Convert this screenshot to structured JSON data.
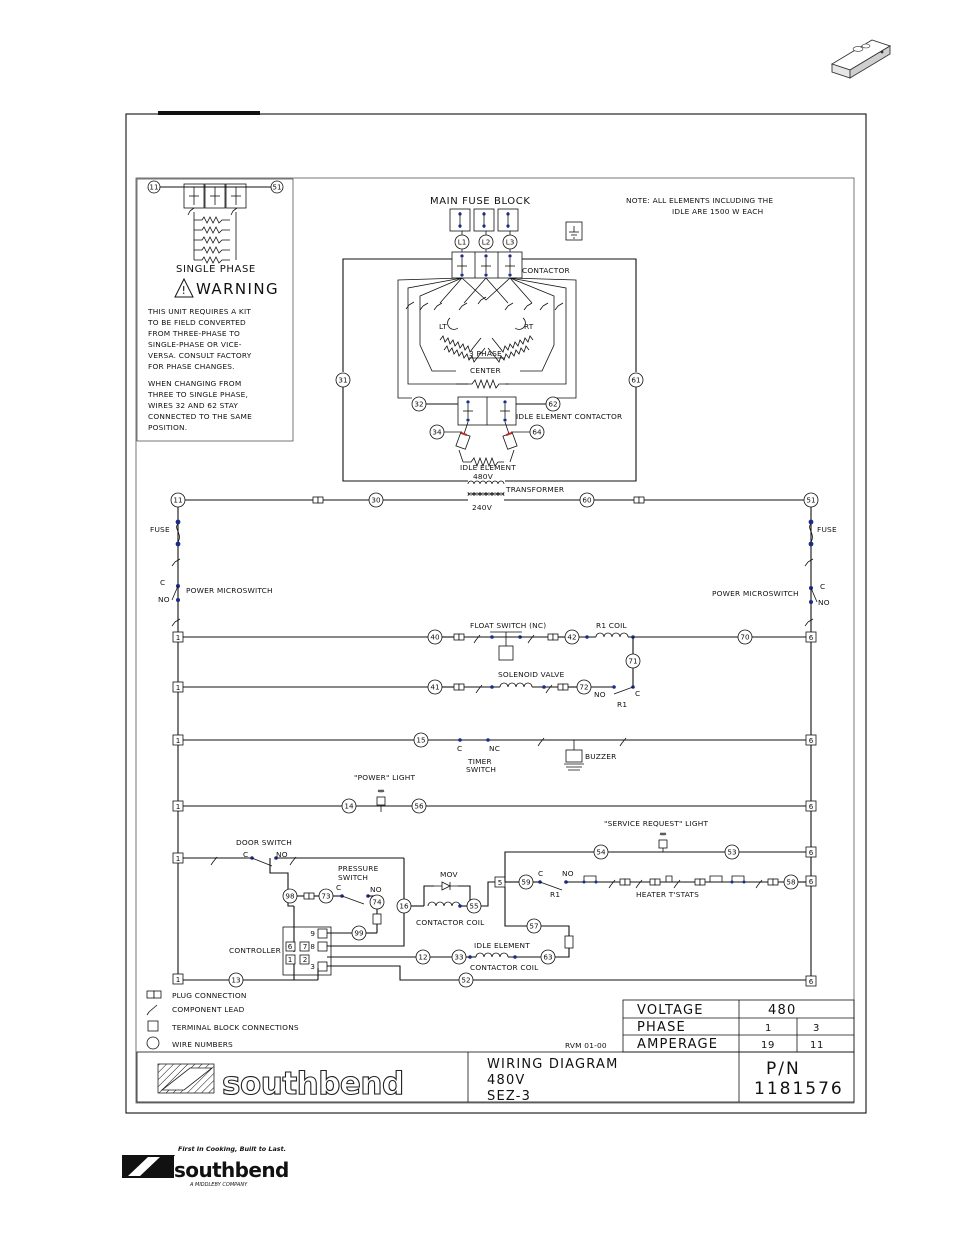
{
  "single_phase": {
    "title": "SINGLE PHASE",
    "warning_title": "WARNING",
    "warning_lines": [
      "THIS UNIT REQUIRES A KIT",
      "TO BE FIELD CONVERTED",
      "FROM THREE-PHASE TO",
      "SINGLE-PHASE OR VICE-",
      "VERSA. CONSULT FACTORY",
      "FOR PHASE CHANGES."
    ],
    "change_lines": [
      "WHEN CHANGING FROM",
      "THREE TO SINGLE PHASE,",
      "WIRES 32 AND 62 STAY",
      "CONNECTED TO THE SAME",
      "POSITION."
    ]
  },
  "top": {
    "main_fuse_block": "MAIN FUSE BLOCK",
    "fuses": [
      "L1",
      "L2",
      "L3"
    ],
    "note_lines": [
      "NOTE:   ALL ELEMENTS INCLUDING THE",
      "IDLE ARE 1500 W EACH"
    ],
    "contactor": "CONTACTOR",
    "lt": "LT",
    "rt": "RT",
    "three_phase": "3 PHASE",
    "center": "CENTER",
    "idle_element_contactor": "IDLE ELEMENT CONTACTOR",
    "idle_element": "IDLE ELEMENT",
    "transformer_primary": "480V",
    "transformer": "TRANSFORMER",
    "transformer_secondary": "240V"
  },
  "wires": {
    "w11": "11",
    "w51": "51",
    "w31": "31",
    "w61": "61",
    "w32": "32",
    "w62": "62",
    "w34": "34",
    "w64": "64",
    "w30": "30",
    "w60": "60",
    "w40": "40",
    "w42": "42",
    "w70": "70",
    "w71": "71",
    "w41": "41",
    "w72": "72",
    "w15": "15",
    "w14": "14",
    "w56": "56",
    "w54": "54",
    "w53": "53",
    "w73": "73",
    "w74": "74",
    "w98": "98",
    "w99": "99",
    "w16": "16",
    "w55": "55",
    "w59": "59",
    "w58": "58",
    "w57": "57",
    "w12": "12",
    "w33": "33",
    "w63": "63",
    "w13": "13",
    "w52": "52"
  },
  "terminals": {
    "t1": "1",
    "t6": "6",
    "t5": "5",
    "c9": "9",
    "c8": "8",
    "c7": "7",
    "c6": "6",
    "c2": "2",
    "c1": "1",
    "c3": "3"
  },
  "ladder": {
    "fuse": "FUSE",
    "c": "C",
    "no": "NO",
    "nc": "NC",
    "r1": "R1",
    "power_microswitch": "POWER MICROSWITCH",
    "float_switch": "FLOAT SWITCH (NC)",
    "r1_coil": "R1 COIL",
    "solenoid_valve": "SOLENOID VALVE",
    "timer_switch_1": "TIMER",
    "timer_switch_2": "SWITCH",
    "buzzer": "BUZZER",
    "power_light": "\"POWER\" LIGHT",
    "service_light": "\"SERVICE REQUEST\" LIGHT",
    "door_switch": "DOOR SWITCH",
    "pressure_switch_1": "PRESSURE",
    "pressure_switch_2": "SWITCH",
    "mov": "MOV",
    "contactor_coil": "CONTACTOR COIL",
    "heater_tstats": "HEATER T'STATS",
    "controller": "CONTROLLER",
    "idle_coil_1": "IDLE ELEMENT",
    "idle_coil_2": "CONTACTOR COIL"
  },
  "legend": {
    "plug": "PLUG CONNECTION",
    "component_lead": "COMPONENT LEAD",
    "terminal_block": "TERMINAL BLOCK CONNECTIONS",
    "wire_numbers": "WIRE NUMBERS"
  },
  "specs": {
    "voltage_label": "VOLTAGE",
    "voltage_value": "480",
    "phase_label": "PHASE",
    "phase_values": [
      "1",
      "3"
    ],
    "amperage_label": "AMPERAGE",
    "amperage_values": [
      "19",
      "11"
    ]
  },
  "revision": "RVM 01-00",
  "title_block": {
    "brand": "southbend",
    "lines": [
      "WIRING DIAGRAM",
      "480V",
      "SEZ-3"
    ],
    "pn_label": "P/N",
    "pn_value": "1181576"
  },
  "footer_logo": {
    "tagline": "First In Cooking, Built to Last.",
    "brand": "southbend",
    "company": "A MIDDLEBY COMPANY"
  }
}
